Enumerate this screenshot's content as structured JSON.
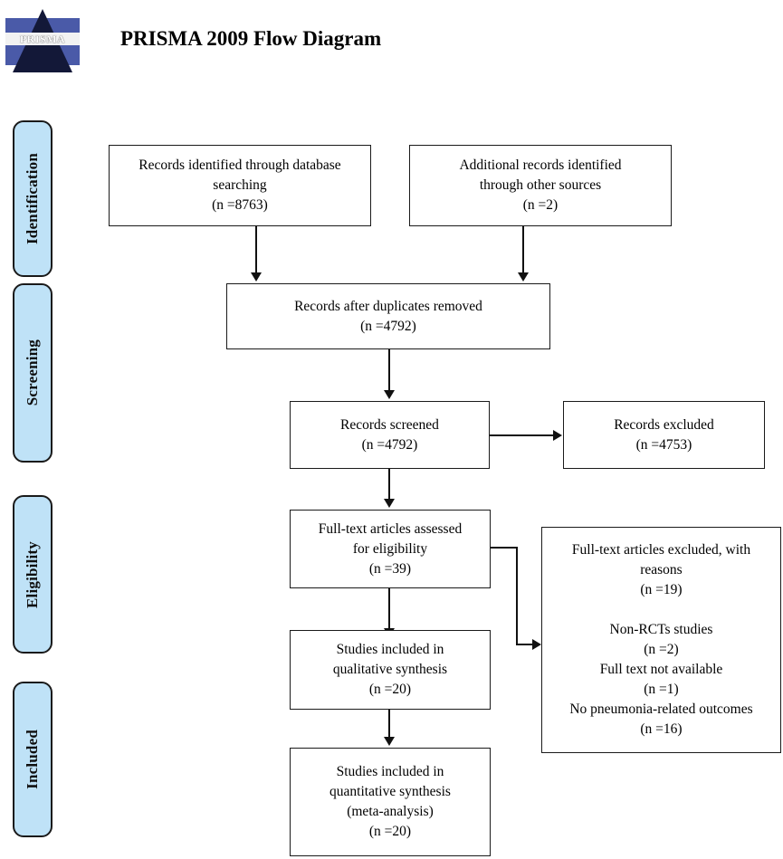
{
  "header": {
    "title": "PRISMA 2009 Flow Diagram",
    "logo_wordmark": "PRISMA",
    "logo_name": "prisma-logo"
  },
  "stages": [
    {
      "label": "Identification"
    },
    {
      "label": "Screening"
    },
    {
      "label": "Eligibility"
    },
    {
      "label": "Included"
    }
  ],
  "boxes": {
    "db_search": "Records identified through database\nsearching\n(n =8763)",
    "other_sources": "Additional records identified\nthrough other sources\n(n =2)",
    "duplicates_removed": "Records after duplicates removed\n(n =4792)",
    "records_screened": "Records screened\n(n =4792)",
    "records_excluded": "Records excluded\n(n =4753)",
    "fulltext_assessed": "Full-text articles assessed\nfor eligibility\n(n =39)",
    "fulltext_excluded": "Full-text articles excluded, with\nreasons\n(n =19)\n\nNon-RCTs studies\n(n =2)\nFull text not available\n(n =1)\nNo pneumonia-related outcomes\n(n =16)",
    "qualitative": "Studies included in\nqualitative synthesis\n(n =20)",
    "quantitative": "Studies included in\nquantitative synthesis\n(meta-analysis)\n(n =20)"
  },
  "chart_data": {
    "type": "diagram",
    "title": "PRISMA 2009 Flow Diagram",
    "stages": [
      "Identification",
      "Screening",
      "Eligibility",
      "Included"
    ],
    "nodes": [
      {
        "id": "db_search",
        "stage": "Identification",
        "label": "Records identified through database searching",
        "n": 8763
      },
      {
        "id": "other_sources",
        "stage": "Identification",
        "label": "Additional records identified through other sources",
        "n": 2
      },
      {
        "id": "duplicates_removed",
        "stage": "Screening",
        "label": "Records after duplicates removed",
        "n": 4792
      },
      {
        "id": "records_screened",
        "stage": "Screening",
        "label": "Records screened",
        "n": 4792
      },
      {
        "id": "records_excluded",
        "stage": "Screening",
        "label": "Records excluded",
        "n": 4753
      },
      {
        "id": "fulltext_assessed",
        "stage": "Eligibility",
        "label": "Full-text articles assessed for eligibility",
        "n": 39
      },
      {
        "id": "fulltext_excluded",
        "stage": "Eligibility",
        "label": "Full-text articles excluded, with reasons",
        "n": 19,
        "reasons": [
          {
            "label": "Non-RCTs studies",
            "n": 2
          },
          {
            "label": "Full text not available",
            "n": 1
          },
          {
            "label": "No pneumonia-related outcomes",
            "n": 16
          }
        ]
      },
      {
        "id": "qualitative",
        "stage": "Included",
        "label": "Studies included in qualitative synthesis",
        "n": 20
      },
      {
        "id": "quantitative",
        "stage": "Included",
        "label": "Studies included in quantitative synthesis (meta-analysis)",
        "n": 20
      }
    ],
    "edges": [
      {
        "from": "db_search",
        "to": "duplicates_removed"
      },
      {
        "from": "other_sources",
        "to": "duplicates_removed"
      },
      {
        "from": "duplicates_removed",
        "to": "records_screened"
      },
      {
        "from": "records_screened",
        "to": "records_excluded"
      },
      {
        "from": "records_screened",
        "to": "fulltext_assessed"
      },
      {
        "from": "fulltext_assessed",
        "to": "fulltext_excluded"
      },
      {
        "from": "fulltext_assessed",
        "to": "qualitative"
      },
      {
        "from": "qualitative",
        "to": "quantitative"
      }
    ]
  }
}
